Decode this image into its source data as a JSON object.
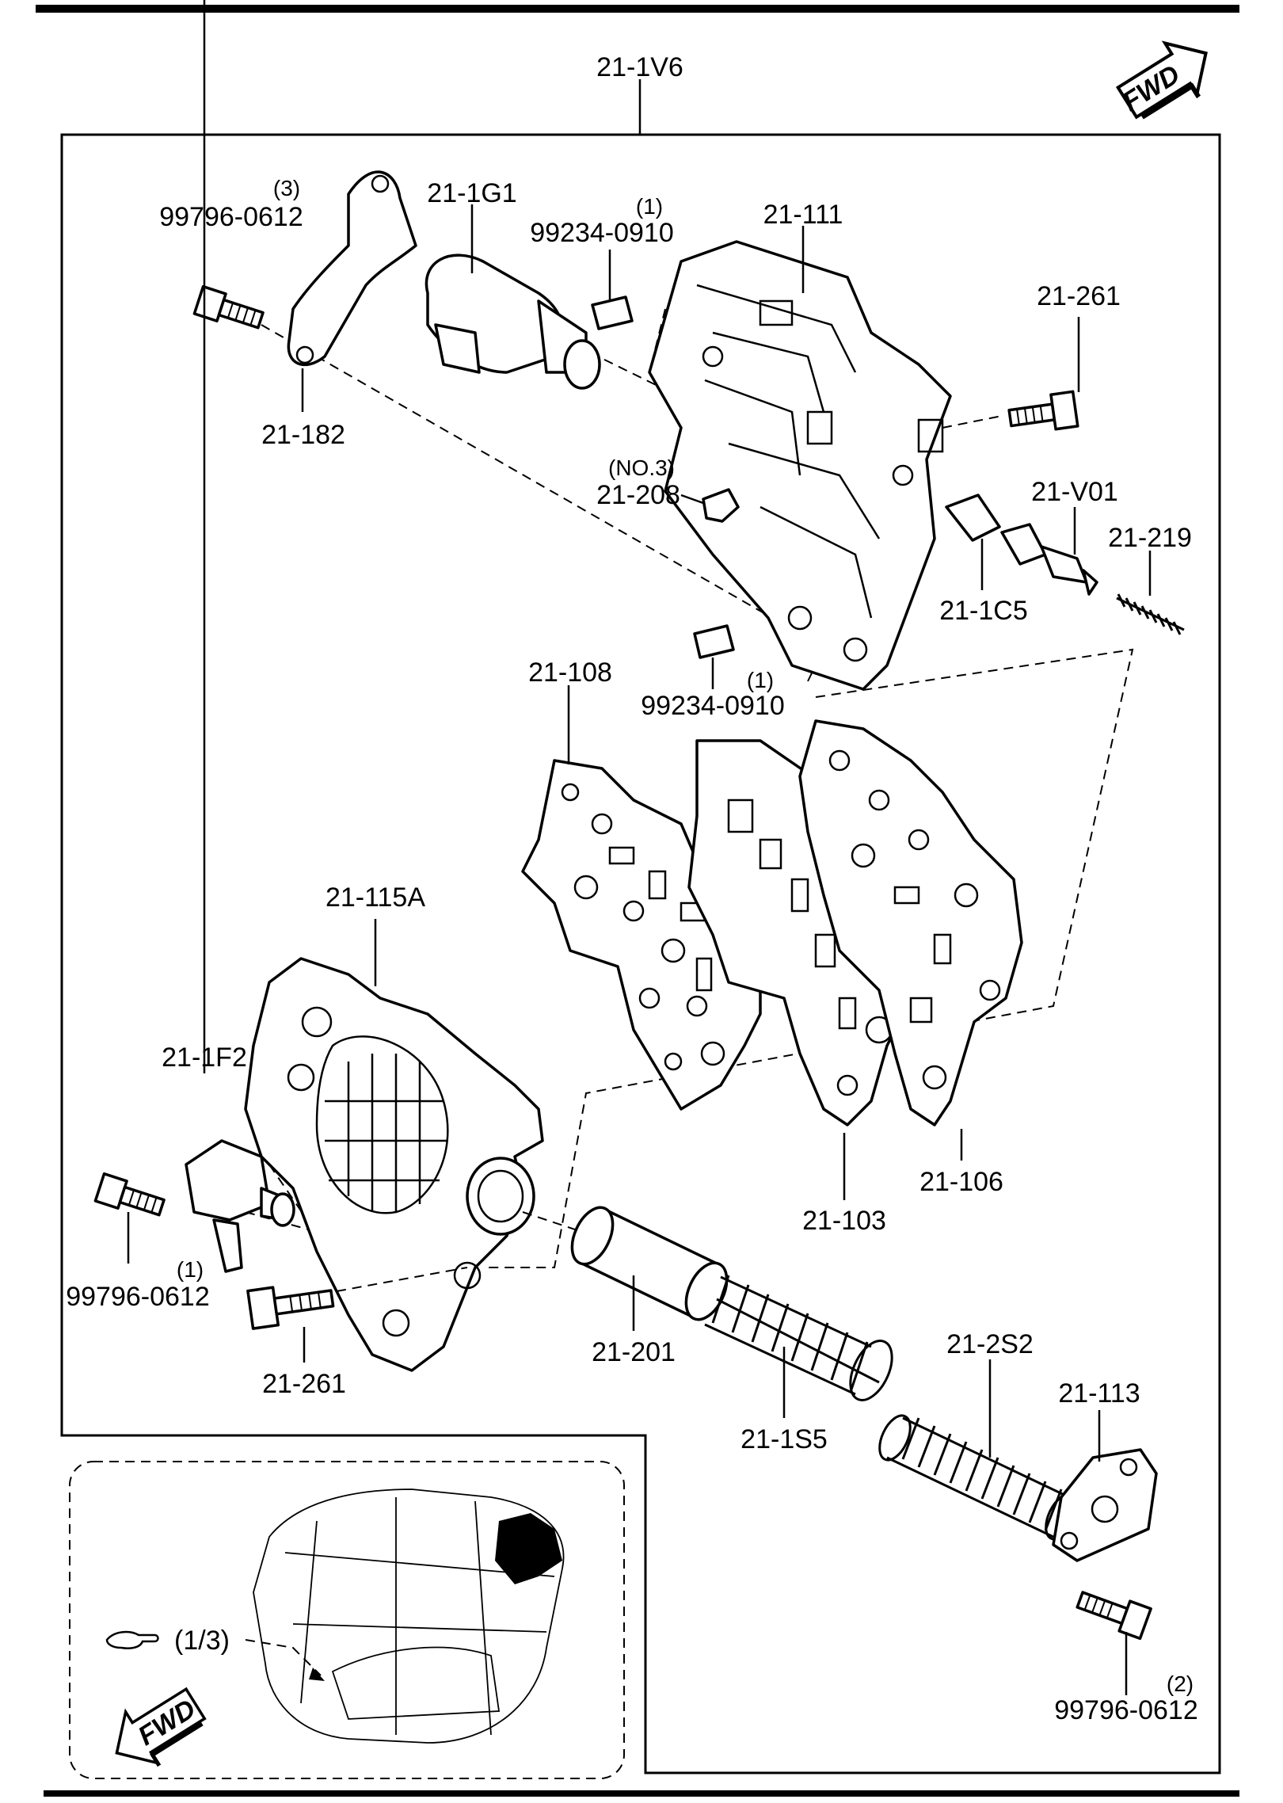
{
  "assembly": {
    "code": "21-1V6"
  },
  "direction_badge": {
    "text": "FWD"
  },
  "parts": [
    {
      "id": "bolt-top-left",
      "code": "99796-0612",
      "qty": "(3)"
    },
    {
      "id": "gasket-cover",
      "code": "21-182"
    },
    {
      "id": "solenoid-top",
      "code": "21-1G1"
    },
    {
      "id": "pin-top",
      "code": "99234-0910",
      "qty": "(1)"
    },
    {
      "id": "upper-valve-body",
      "code": "21-111"
    },
    {
      "id": "bolt-top-right",
      "code": "21-261"
    },
    {
      "id": "check-ball",
      "code": "21-208",
      "note": "(NO.3)"
    },
    {
      "id": "valve",
      "code": "21-V01"
    },
    {
      "id": "sleeve",
      "code": "21-1C5"
    },
    {
      "id": "spring-small",
      "code": "21-219"
    },
    {
      "id": "pin-middle",
      "code": "99234-0910",
      "qty": "(1)"
    },
    {
      "id": "gasket-left",
      "code": "21-108"
    },
    {
      "id": "separator-plate",
      "code": "21-103"
    },
    {
      "id": "gasket-right",
      "code": "21-106"
    },
    {
      "id": "lower-valve-body",
      "code": "21-115A"
    },
    {
      "id": "solenoid-lower",
      "code": "21-1F2"
    },
    {
      "id": "bolt-lower-left",
      "code": "99796-0612",
      "qty": "(1)"
    },
    {
      "id": "bolt-lower",
      "code": "21-261"
    },
    {
      "id": "piston",
      "code": "21-201"
    },
    {
      "id": "spring-large",
      "code": "21-1S5"
    },
    {
      "id": "spring-long",
      "code": "21-2S2"
    },
    {
      "id": "cover-plate",
      "code": "21-113"
    },
    {
      "id": "bolt-bottom-right",
      "code": "99796-0612",
      "qty": "(2)"
    }
  ],
  "inset": {
    "reference": "(1/3)",
    "direction": "FWD"
  }
}
